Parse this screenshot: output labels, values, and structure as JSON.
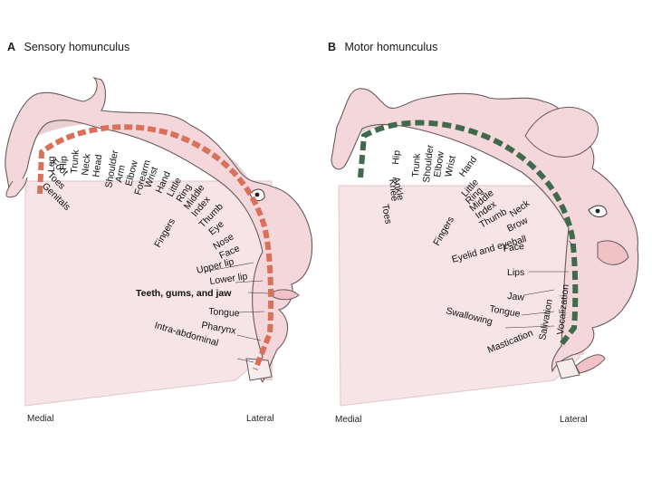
{
  "panels": {
    "sensory": {
      "letter": "A",
      "title": "Sensory homunculus",
      "medial": "Medial",
      "lateral": "Lateral",
      "labels": [
        "Leg",
        "Hip",
        "Trunk",
        "Neck",
        "Head",
        "Shoulder",
        "Arm",
        "Elbow",
        "Forearm",
        "Wrist",
        "Hand",
        "Little",
        "Ring",
        "Middle",
        "Index",
        "Thumb",
        "Eye",
        "Nose",
        "Face",
        "Upper lip",
        "Lower lip",
        "Teeth, gums, and jaw",
        "Tongue",
        "Pharynx",
        "Intra-abdominal",
        "Foot",
        "Toes",
        "Genitals",
        "Fingers"
      ]
    },
    "motor": {
      "letter": "B",
      "title": "Motor homunculus",
      "medial": "Medial",
      "lateral": "Lateral",
      "labels": [
        "Hip",
        "Knee",
        "Trunk",
        "Shoulder",
        "Elbow",
        "Wrist",
        "Hand",
        "Little",
        "Ring",
        "Middle",
        "Index",
        "Thumb",
        "Neck",
        "Brow",
        "Eyelid and eyeball",
        "Face",
        "Lips",
        "Jaw",
        "Tongue",
        "Swallowing",
        "Ankle",
        "Toes",
        "Fingers",
        "Vocalization",
        "Salivation",
        "Mastication"
      ]
    }
  },
  "colors": {
    "sensory_bar": "#d9705a",
    "motor_bar": "#3f6a4c",
    "cortex_fill": "#f6e4e6",
    "figure_fill": "#f4d7da"
  }
}
